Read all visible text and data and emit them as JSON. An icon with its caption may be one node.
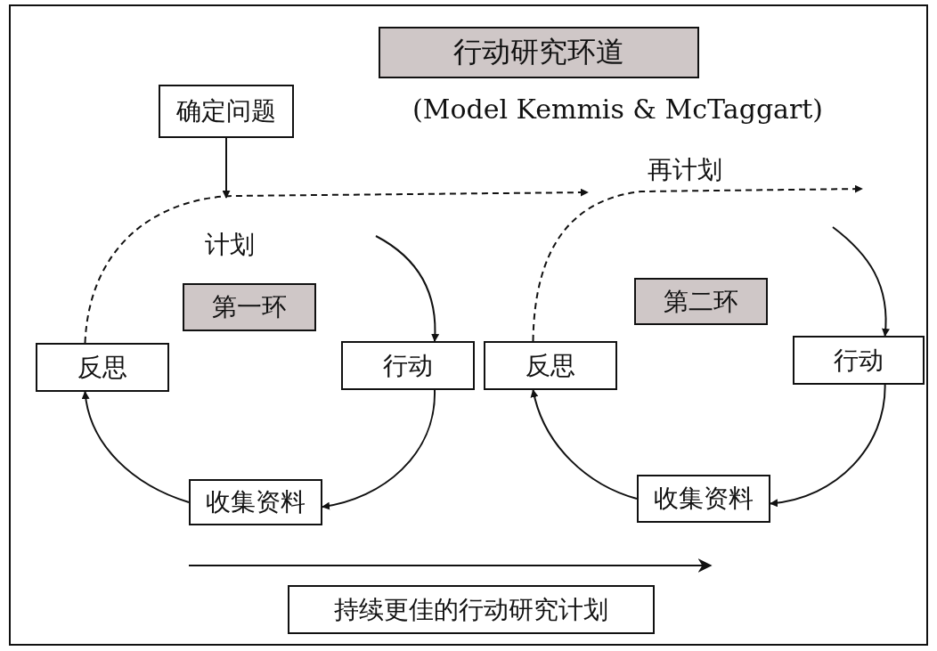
{
  "diagram": {
    "title": "行动研究环道",
    "nodes": [
      {
        "text": [
          "确定问题"
        ]
      },
      {
        "text": [
          "第一环"
        ]
      },
      {
        "text": [
          "反思"
        ]
      },
      {
        "text": [
          "行动"
        ]
      },
      {
        "text": [
          "第二环"
        ]
      },
      {
        "text": [
          "反思"
        ]
      },
      {
        "text": [
          "行动"
        ]
      },
      {
        "text": [
          "收集资料"
        ]
      },
      {
        "text": [
          "收集资料"
        ]
      },
      {
        "text": [
          "持续更佳的行动研究计划"
        ]
      }
    ],
    "edges": [
      {
        "from": 0,
        "to": null,
        "arrow": "to"
      },
      {
        "from": 2,
        "to": null,
        "arrow": "to",
        "style": "dashed"
      },
      {
        "from": null,
        "to": 3,
        "arrow": "to"
      },
      {
        "from": 3,
        "to": 7,
        "arrow": "to"
      },
      {
        "from": 7,
        "to": 2,
        "arrow": "to"
      },
      {
        "from": 5,
        "to": null,
        "arrow": "to",
        "style": "dashed"
      },
      {
        "from": null,
        "to": 6,
        "arrow": "to"
      },
      {
        "from": 6,
        "to": 8,
        "arrow": "to"
      },
      {
        "from": 8,
        "to": 5,
        "arrow": "to"
      }
    ],
    "labels": [
      "(Model Kemmis & McTaggart)",
      "再计划",
      "计划"
    ]
  }
}
